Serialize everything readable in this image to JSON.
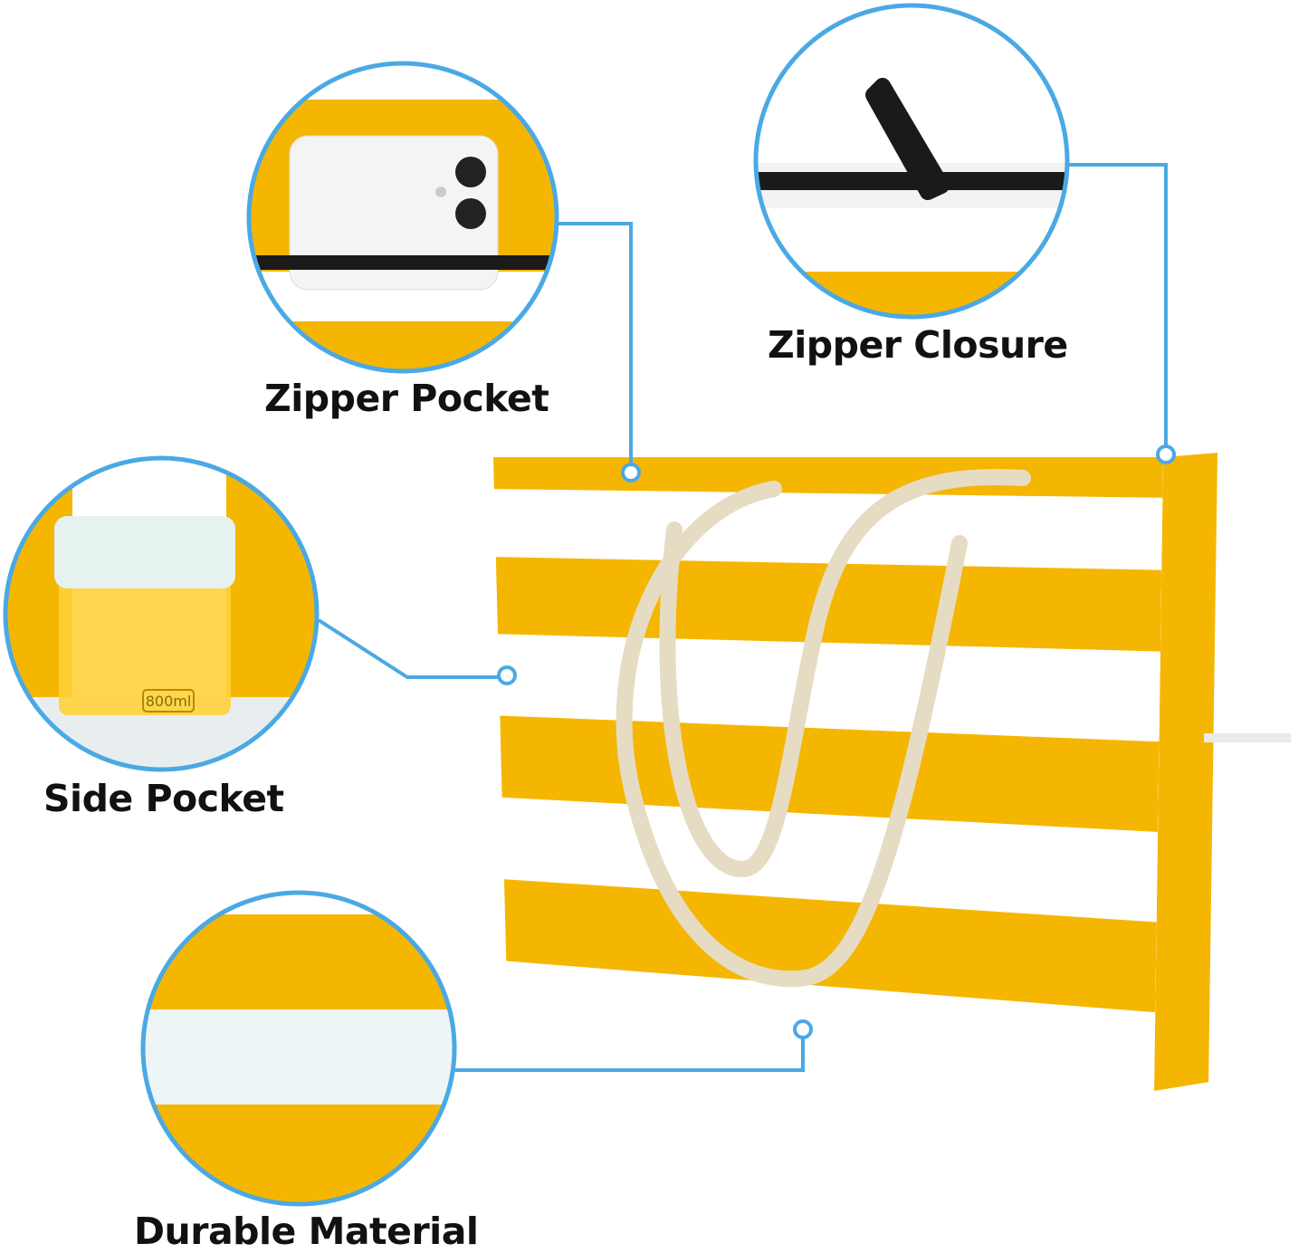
{
  "callouts": [
    {
      "label": "Zipper Pocket"
    },
    {
      "label": "Zipper Closure"
    },
    {
      "label": "Side Pocket"
    },
    {
      "label": "Durable Material"
    }
  ],
  "bottle_marking": "800ml",
  "colors": {
    "accent_blue": "#4aa9e4",
    "stripe_yellow": "#f5b602",
    "stripe_white": "#ffffff",
    "rope": "#e6dcc4",
    "zipper": "#1a1a1a"
  }
}
